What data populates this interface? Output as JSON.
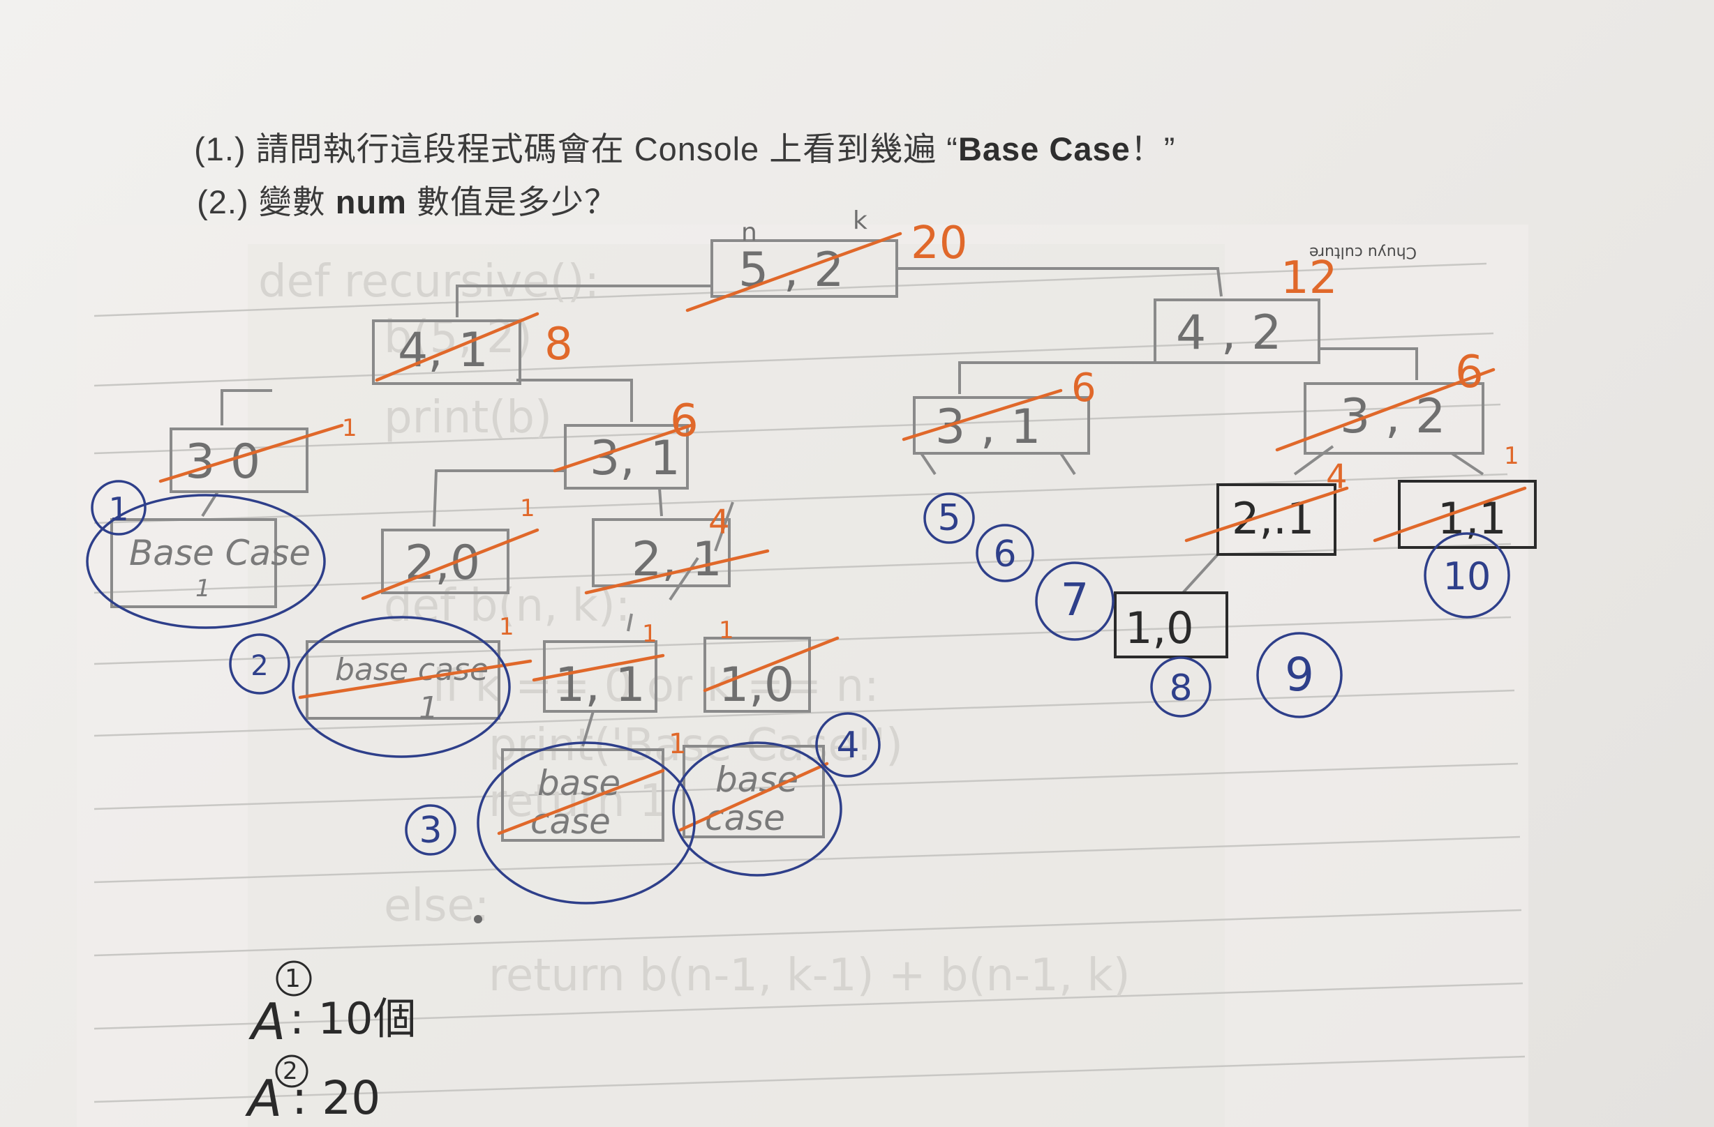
{
  "header": {
    "q1_num": "(1.)",
    "q1_text": "請問執行這段程式碼會在 Console 上看到幾遍 “",
    "q1_bold": "Base Case",
    "q1_end": "！”",
    "q2_num": "(2.)",
    "q2_pre": "變數 ",
    "q2_bold": "num",
    "q2_post": " 數值是多少？"
  },
  "watermark": "Chuyu culture",
  "ghost_code": [
    "def recursive():",
    "b(5, 2)",
    "print(b)",
    "def b(n, k):",
    "if k == 0 or k == n:",
    "print('Base Case!')",
    "return 1",
    "else:",
    "return b(n-1, k-1) + b(n-1, k)"
  ],
  "tree": {
    "root": {
      "label": "5 , 2",
      "n": "n",
      "k": "k",
      "result": "20"
    },
    "nodes": [
      {
        "id": "n41",
        "label": "4, 1",
        "result": "8"
      },
      {
        "id": "n42",
        "label": "4 , 2",
        "result": "12"
      },
      {
        "id": "n30",
        "label": "3 0",
        "result": "1"
      },
      {
        "id": "n31a",
        "label": "3, 1",
        "result": "6"
      },
      {
        "id": "n31b",
        "label": "3 , 1",
        "result": "6"
      },
      {
        "id": "n32",
        "label": "3 , 2",
        "result": "6"
      },
      {
        "id": "n20",
        "label": "2,0",
        "result": "1"
      },
      {
        "id": "n21a",
        "label": "2, 1",
        "result": "4"
      },
      {
        "id": "n21b",
        "label": "2,.1",
        "result": "4"
      },
      {
        "id": "n11b",
        "label": "1, 1",
        "result": "1"
      },
      {
        "id": "n10a",
        "label": "1,0",
        "result": "1"
      },
      {
        "id": "n11a",
        "label": "1,1",
        "result": "1"
      },
      {
        "id": "n10b",
        "label": "1,0",
        "result": ""
      }
    ],
    "base_cases": [
      {
        "line1": "Base Case",
        "line2": "1",
        "marker": "1"
      },
      {
        "line1": "base case",
        "line2": "1",
        "marker": "2"
      },
      {
        "line1": "base",
        "line2": "case",
        "marker": "3"
      },
      {
        "line1": "base",
        "line2": "case",
        "marker": "4"
      }
    ],
    "markers": [
      "5",
      "6",
      "7",
      "8",
      "9",
      "10"
    ]
  },
  "answers": [
    {
      "label": "A",
      "sup": "1",
      "value": ": 10個"
    },
    {
      "label": "A",
      "sup": "2",
      "value": ": 20"
    }
  ],
  "colors": {
    "pencil": "#7b7b7b",
    "orange": "#e0682a",
    "blue": "#2e3f8a",
    "ink": "#2a2a2a",
    "line": "#c9c8c6"
  }
}
